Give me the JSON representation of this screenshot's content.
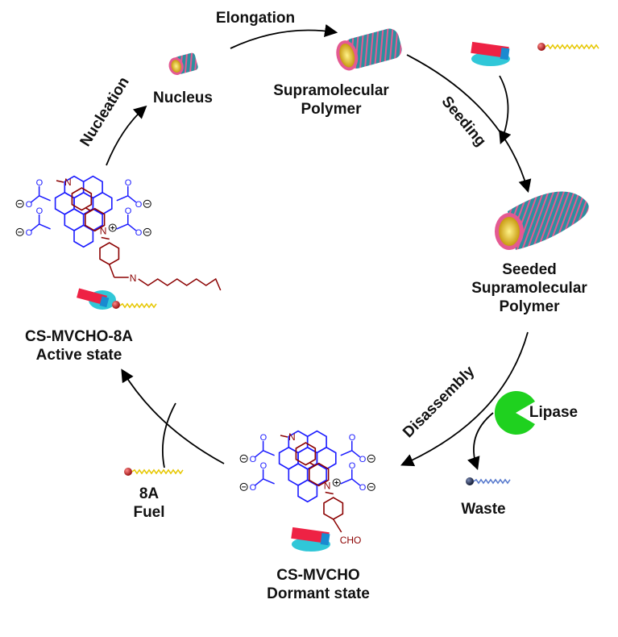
{
  "labels": {
    "elongation": "Elongation",
    "nucleus": "Nucleus",
    "nucleation": "Nucleation",
    "supramolecular_polymer": [
      "Supramolecular",
      "Polymer"
    ],
    "seeding": "Seeding",
    "seeded_polymer": [
      "Seeded",
      "Supramolecular",
      "Polymer"
    ],
    "disassembly": "Disassembly",
    "lipase": "Lipase",
    "waste": "Waste",
    "fuel": [
      "8A",
      "Fuel"
    ],
    "dormant": [
      "CS-MVCHO",
      "Dormant state"
    ],
    "active": [
      "CS-MVCHO-8A",
      "Active state"
    ]
  },
  "chem_labels": {
    "n_plus": "N",
    "o": "O",
    "cho": "CHO",
    "n_imine": "N"
  },
  "colors": {
    "core": "#1a1aff",
    "pyridinium": "#8b0000",
    "arrow": "#000000",
    "lipase": "#22cc22",
    "fuel_chain": "#e6c700",
    "fuel_head": "#cc2222",
    "waste_head": "#1a2a55",
    "waste_chain": "#5577cc",
    "cyl_teal": "#2a8a9a",
    "cyl_pink": "#e0508a",
    "cyl_core": "#e8c020"
  }
}
